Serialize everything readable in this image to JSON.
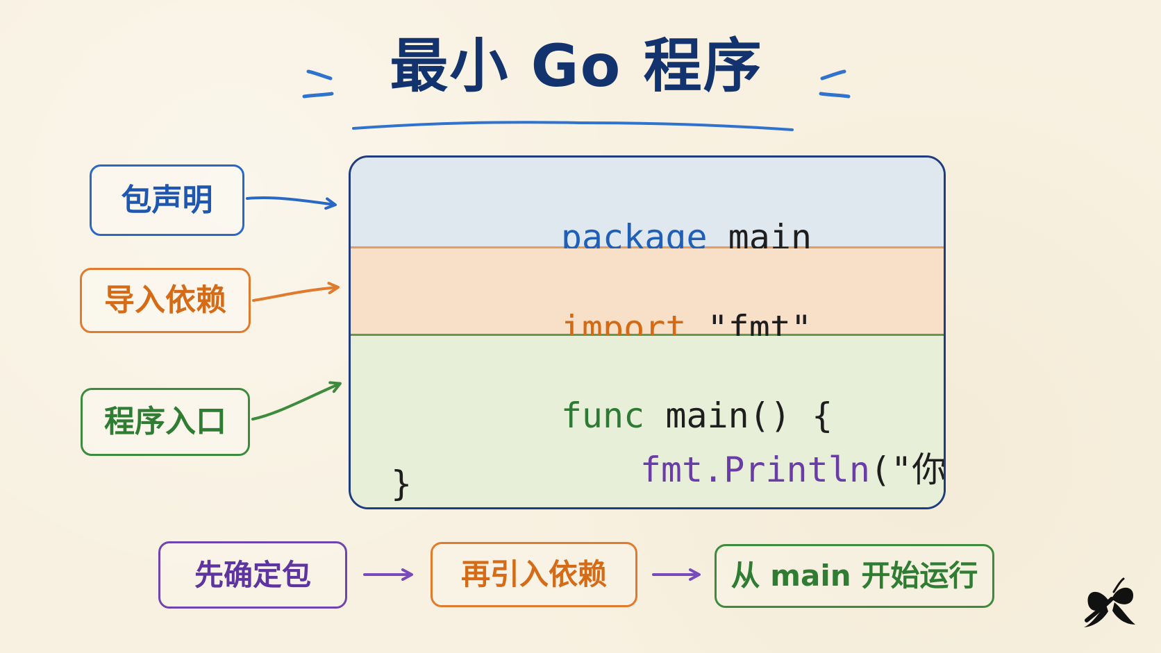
{
  "title": "最小 Go 程序",
  "code": {
    "package_keyword": "package",
    "package_name": " main",
    "import_keyword": "import",
    "import_value": " \"fmt\"",
    "func_line_keyword": "func",
    "func_line_rest": " main() {",
    "print_prefix": "fmt.",
    "print_call": "Println",
    "print_args": "(\"你好, Go\")",
    "closing_brace": "}"
  },
  "labels": {
    "package": "包声明",
    "import": "导入依赖",
    "entry": "程序入口"
  },
  "flow": {
    "step1": "先确定包",
    "step2": "再引入依赖",
    "step3": "从 main 开始运行"
  },
  "colors": {
    "blue": "#1f56af",
    "orange": "#d56b17",
    "green": "#2f7c33",
    "purple": "#5e35a0",
    "navy": "#13336e"
  },
  "icons": {
    "logo": "butterfly-logo-icon"
  }
}
